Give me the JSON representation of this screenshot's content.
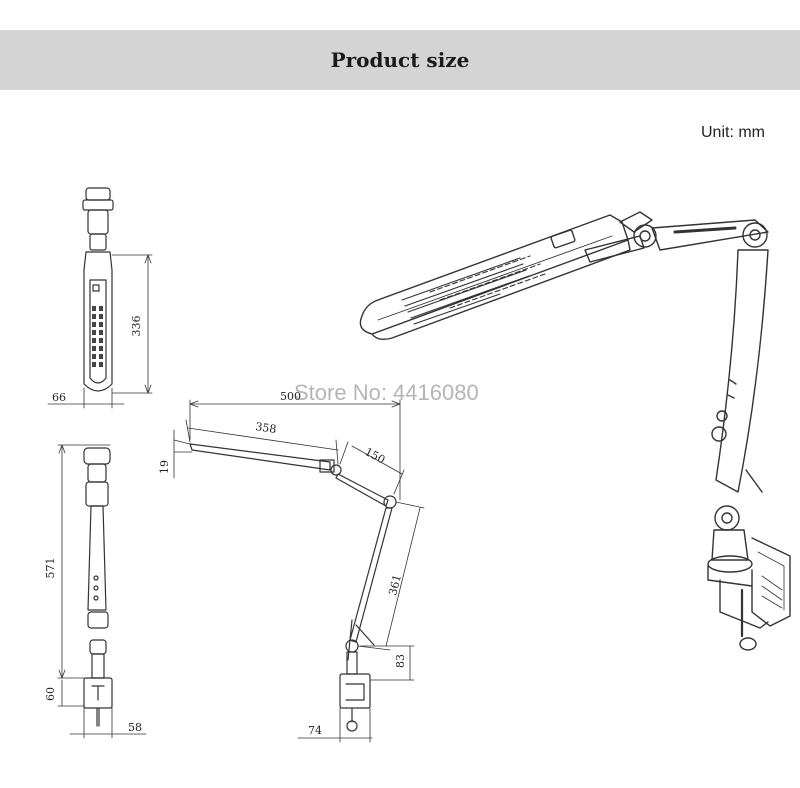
{
  "header": {
    "title": "Product size"
  },
  "unit_label": "Unit: mm",
  "watermark": "Store No: 4416080",
  "dimensions": {
    "head_length": "336",
    "head_width": "66",
    "total_height": "571",
    "clamp_height": "60",
    "base_width": "58",
    "reach": "500",
    "head_arm": "358",
    "head_thickness": "19",
    "upper_arm": "150",
    "lower_arm": "361",
    "clamp_offset": "83",
    "clamp_depth": "74"
  }
}
